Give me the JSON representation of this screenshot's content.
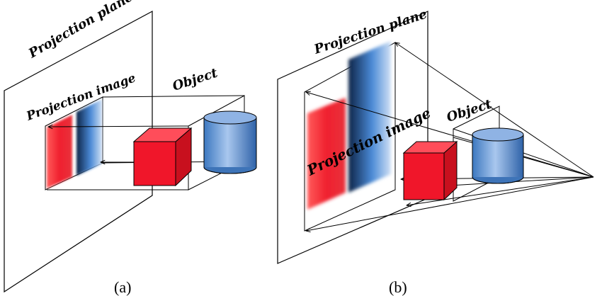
{
  "panel_a": {
    "plane_label": "Projection plane",
    "image_label": "Projection image",
    "object_label": "Object",
    "caption": "(a)"
  },
  "panel_b": {
    "plane_label": "Projection plane",
    "image_label": "Projection image",
    "object_label": "Object",
    "caption": "(b)"
  },
  "colors": {
    "cube_red": "#f0162a",
    "cylinder_blue": "#5b8fcf",
    "image_red": "#f0202e",
    "image_blue": "#2f6fb8"
  }
}
